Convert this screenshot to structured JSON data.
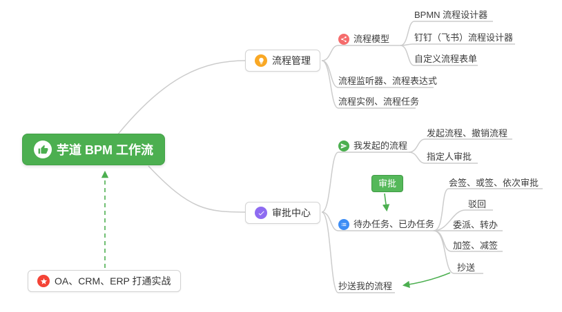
{
  "root": {
    "label": "芋道 BPM 工作流"
  },
  "note": {
    "label": "OA、CRM、ERP 打通实战"
  },
  "badge": {
    "label": "审批"
  },
  "nodes": {
    "process_mgmt": "流程管理",
    "approval_center": "审批中心",
    "process_model": "流程模型",
    "bpmn_designer": "BPMN 流程设计器",
    "dingtalk_designer": "钉钉（飞书）流程设计器",
    "custom_form": "自定义流程表单",
    "listener_expr": "流程监听器、流程表达式",
    "instance_task": "流程实例、流程任务",
    "my_initiated": "我发起的流程",
    "initiate_cancel": "发起流程、撤销流程",
    "assignee_approval": "指定人审批",
    "todo_done": "待办任务、已办任务",
    "countersign": "会签、或签、依次审批",
    "reject": "驳回",
    "delegate_transfer": "委派、转办",
    "add_reduce_sign": "加签、减签",
    "cc": "抄送",
    "cc_my_process": "抄送我的流程"
  },
  "colors": {
    "root_bg": "#4caf50",
    "link_line": "#cccccc",
    "arrow_green": "#4caf50",
    "badge_bg": "#55b85a",
    "icon_process_mgmt": "#f9a825",
    "icon_process_model": "#f56c6c",
    "icon_approval_center": "#8e6bf1",
    "icon_my_initiated": "#4caf50",
    "icon_todo_done": "#3d8df5",
    "icon_note": "#f44336"
  }
}
